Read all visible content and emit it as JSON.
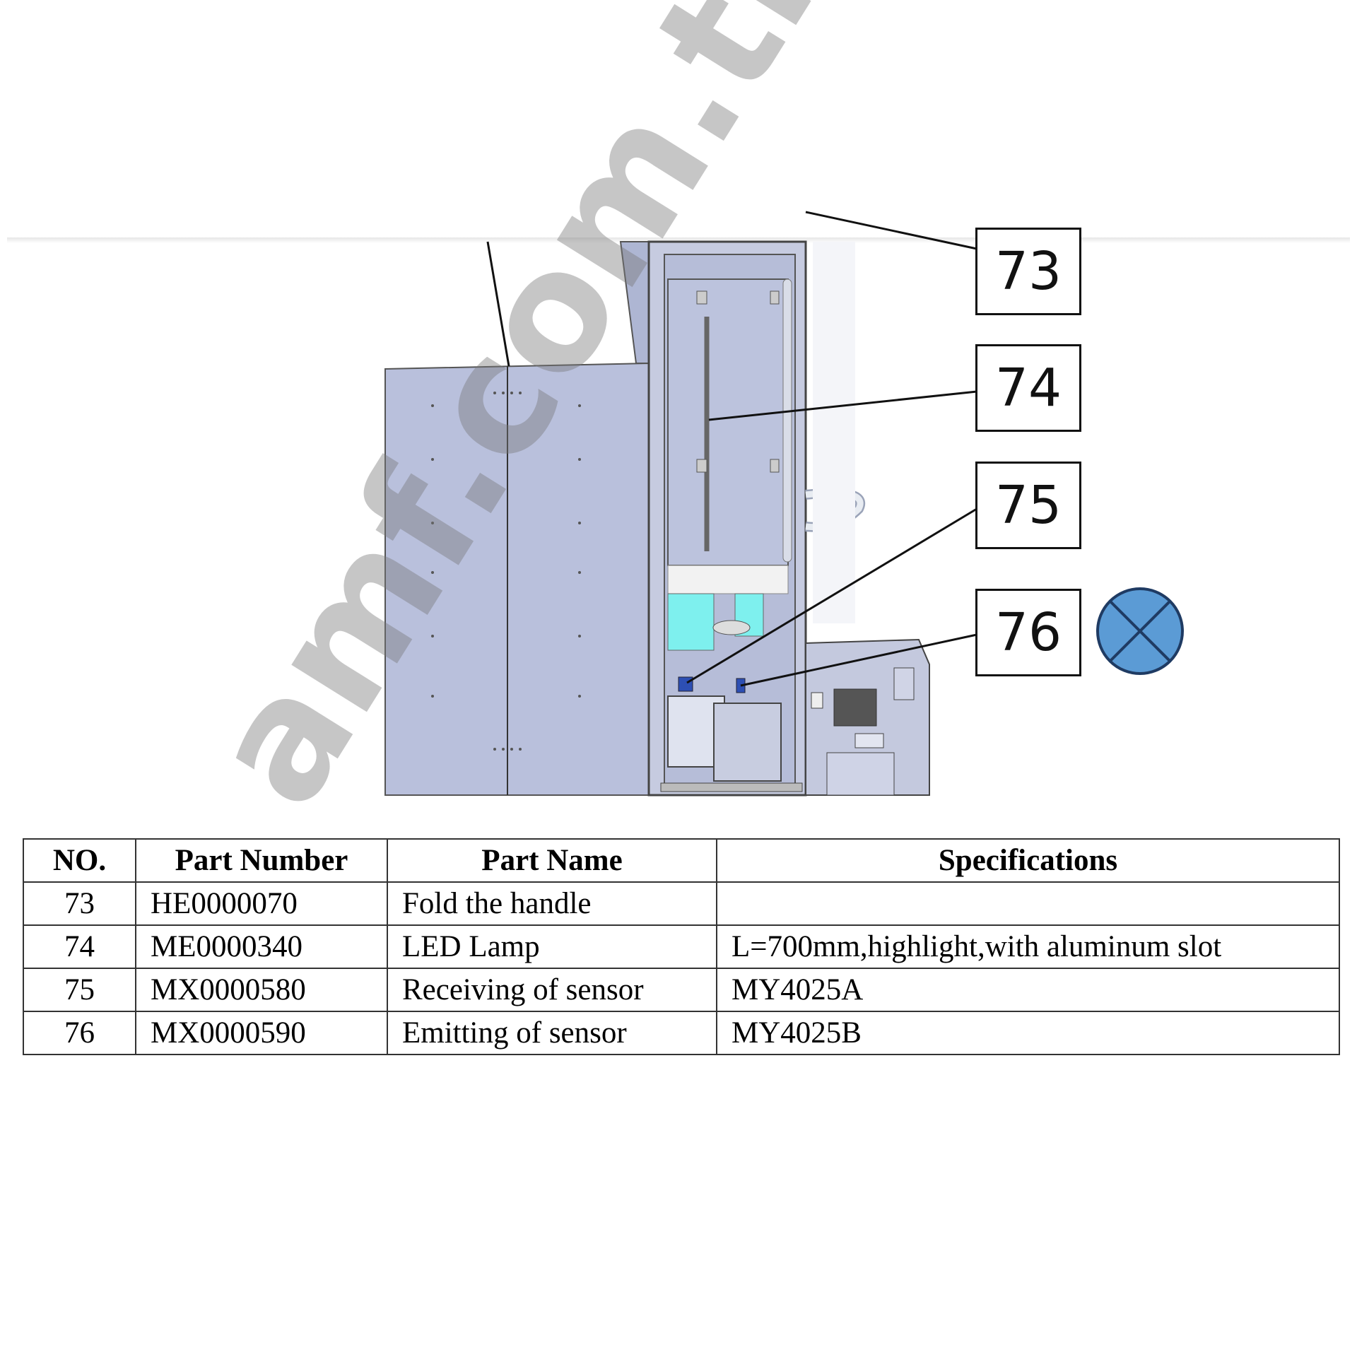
{
  "diagram": {
    "callouts": [
      {
        "id": "c73",
        "label": "73"
      },
      {
        "id": "c74",
        "label": "74"
      },
      {
        "id": "c75",
        "label": "75"
      },
      {
        "id": "c76",
        "label": "76"
      }
    ],
    "marker_icon": "circle-x-icon",
    "colors": {
      "panel": "#b9c0dc",
      "panel_dark": "#a7aecb",
      "cabinet": "#c6cbe0",
      "cyan": "#7ef0ee",
      "marker": "#5b9bd5"
    }
  },
  "table": {
    "headers": {
      "no": "NO.",
      "part_number": "Part Number",
      "part_name": "Part Name",
      "specifications": "Specifications"
    },
    "rows": [
      {
        "no": "73",
        "part_number": "HE0000070",
        "part_name": "Fold the handle",
        "specifications": ""
      },
      {
        "no": "74",
        "part_number": "ME0000340",
        "part_name": "LED Lamp",
        "specifications": "L=700mm,highlight,with aluminum slot"
      },
      {
        "no": "75",
        "part_number": "MX0000580",
        "part_name": "Receiving of sensor",
        "specifications": "MY4025A"
      },
      {
        "no": "76",
        "part_number": "MX0000590",
        "part_name": "Emitting of sensor",
        "specifications": "MY4025B"
      }
    ]
  },
  "watermark": "amf.com.tr"
}
